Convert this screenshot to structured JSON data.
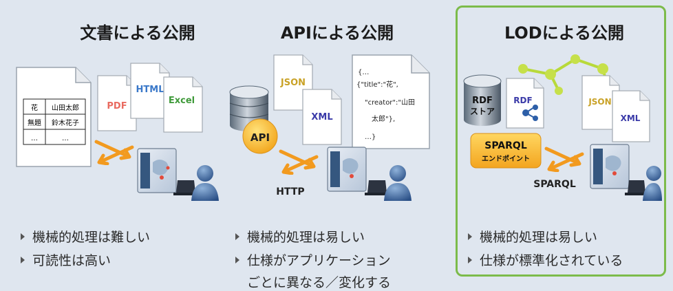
{
  "columns": [
    {
      "title": "文書による公開",
      "bullets": [
        "機械的処理は難しい",
        "可読性は高い"
      ],
      "table": [
        [
          "花",
          "山田太郎"
        ],
        [
          "無題",
          "鈴木花子"
        ],
        [
          "…",
          "…"
        ]
      ],
      "files": [
        "PDF",
        "HTML",
        "Excel"
      ]
    },
    {
      "title": "APIによる公開",
      "bullets": [
        "機械的処理は易しい",
        "仕様がアプリケーション"
      ],
      "continuation": "ごとに異なる／変化する",
      "files": [
        "JSON",
        "XML"
      ],
      "api_label": "API",
      "protocol_label": "HTTP",
      "json_lines": [
        "{…",
        "{\"title\":\"花\",",
        "\"creator\":\"山田",
        "太郎\"},",
        "…}"
      ]
    },
    {
      "title": "LODによる公開",
      "bullets": [
        "機械的処理は易しい",
        "仕様が標準化されている"
      ],
      "store_label_1": "RDF",
      "store_label_2": "ストア",
      "files": [
        "RDF",
        "JSON",
        "XML"
      ],
      "endpoint_label_1": "SPARQL",
      "endpoint_label_2": "エンドポイント",
      "protocol_label": "SPARQL"
    }
  ],
  "colors": {
    "highlight_border": "#7cbb4a",
    "arrow": "#f29a1f",
    "api_badge": "#f7b928",
    "pdf": "#e96a5f",
    "html": "#3a78c9",
    "excel": "#3f9a3a",
    "json": "#c9a227",
    "xml": "#3a3aa8"
  }
}
